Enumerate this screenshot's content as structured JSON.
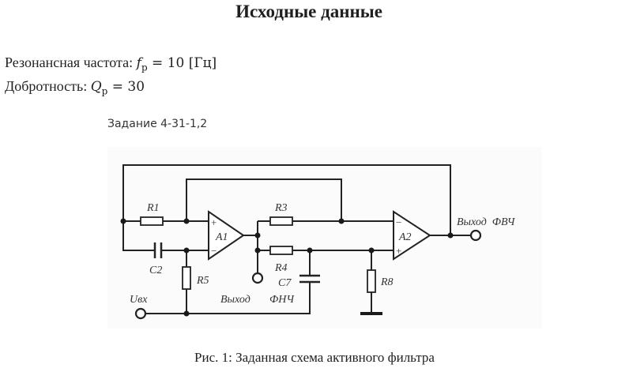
{
  "title": "Исходные данные",
  "params": {
    "resonant_freq": {
      "label": "Резонансная частота:",
      "symbol": "f",
      "subscript": "р",
      "eq": "=",
      "value": "10",
      "unit": "[Гц]"
    },
    "quality": {
      "label": "Добротность:",
      "symbol": "Q",
      "subscript": "р",
      "eq": "=",
      "value": "30"
    }
  },
  "task_label": "Задание 4-31-1,2",
  "circuit": {
    "components": {
      "r1": "R1",
      "r3": "R3",
      "r4": "R4",
      "r5": "R5",
      "r8": "R8",
      "c2": "C2",
      "c7": "C7",
      "a1": "A1",
      "a2": "A2"
    },
    "pins": {
      "plus": "+",
      "minus": "−"
    },
    "terminals": {
      "input": "Uвх",
      "lpf_out_word": "Выход",
      "lpf_out_type": "ФНЧ",
      "hpf_out": "Выход  ФВЧ"
    }
  },
  "caption": "Рис. 1: Заданная схема активного фильтра"
}
